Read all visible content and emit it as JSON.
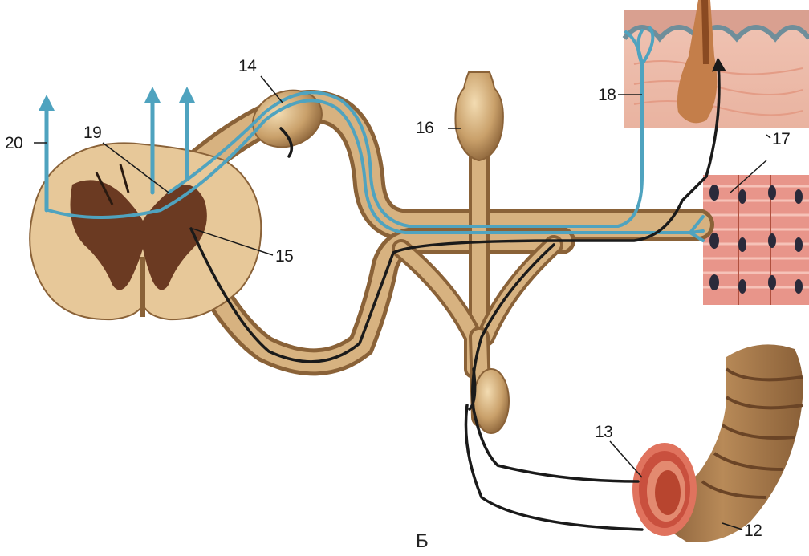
{
  "caption": "Б",
  "labels": {
    "l12": "12",
    "l13": "13",
    "l14": "14",
    "l15": "15",
    "l16": "16",
    "l17": "17",
    "l18": "18",
    "l19": "19",
    "l20": "20"
  },
  "colors": {
    "nerve_tissue": "#c9a06a",
    "grey_matter": "#6b3a22",
    "afferent_fiber": "#4fa3bf",
    "efferent_fiber": "#1a1a1a",
    "muscle": "#d9857a",
    "intestine": "#a87a4a"
  }
}
